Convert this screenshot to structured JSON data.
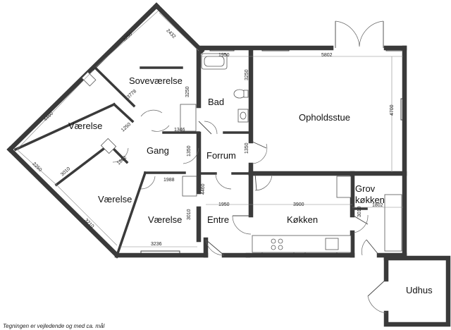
{
  "rooms": {
    "sovevaerelse": "Soveværelse",
    "vaerelse_top": "Værelse",
    "gang": "Gang",
    "vaerelse_mid": "Værelse",
    "vaerelse_bottom": "Værelse",
    "bad": "Bad",
    "forrum": "Forrum",
    "entre": "Entre",
    "opholdsstue": "Opholdsstue",
    "kokken": "Køkken",
    "grov_line1": "Grov",
    "grov_line2": "køkken",
    "udhus": "Udhus"
  },
  "dimensions": {
    "d3250_top": "3250",
    "d2432": "2432",
    "d4460_left": "4460",
    "d2250": "2250",
    "d3778": "3778",
    "d3250_right": "3250",
    "d1346": "1346",
    "d1250": "1250",
    "d3010_left": "3010",
    "d1862": "1862",
    "d3210": "3210",
    "d1988": "1988",
    "d3236": "3236",
    "d3010_bottom": "3010",
    "d1950_bad": "1950",
    "d3250_bad": "3250",
    "d1350_left": "1350",
    "d1350_right": "1350",
    "d4460_entre": "4460",
    "d1950_entre": "1950",
    "d5802": "5802",
    "d4700": "4700",
    "d3900": "3900",
    "d1802": "1802",
    "d3010_kitchen": "3010"
  },
  "note": "Tegningen er vejledende og med ca. mål"
}
